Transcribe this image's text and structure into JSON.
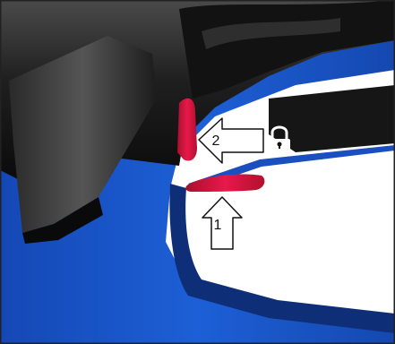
{
  "illustration": {
    "arrow_up_label": "1",
    "arrow_left_label": "2",
    "lock_icon": "padlock-closed",
    "colors": {
      "body_blue": "#1a55c7",
      "dark_blue": "#0d2d6e",
      "black_housing": "#1a1a1a",
      "red_trigger": "#e0143c",
      "white_outline": "#ffffff",
      "border": "#222222"
    }
  }
}
